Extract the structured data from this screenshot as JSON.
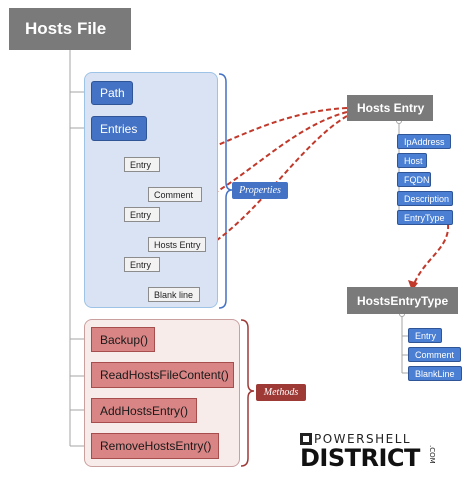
{
  "root": {
    "label": "Hosts File"
  },
  "properties": {
    "tag": "Properties",
    "path": "Path",
    "entries": "Entries",
    "items": [
      {
        "entry": "Entry",
        "child": "Comment"
      },
      {
        "entry": "Entry",
        "child": "Hosts Entry"
      },
      {
        "entry": "Entry",
        "child": "Blank line"
      }
    ]
  },
  "methods": {
    "tag": "Methods",
    "items": [
      "Backup()",
      "ReadHostsFileContent()",
      "AddHostsEntry()",
      "RemoveHostsEntry()"
    ]
  },
  "hosts_entry": {
    "title": "Hosts Entry",
    "fields": [
      "IpAddress",
      "Host",
      "FQDN",
      "Description",
      "EntryType"
    ]
  },
  "hosts_entry_type": {
    "title": "HostsEntryType",
    "values": [
      "Entry",
      "Comment",
      "BlankLine"
    ]
  },
  "logo": {
    "top": "POWERSHELL",
    "main": "DISTRICT",
    "suffix": ".COM"
  },
  "colors": {
    "dark": "#7a7a7a",
    "blue": "#4472c4",
    "red_box": "#d98585",
    "methods_tag": "#9e3a36",
    "arrow": "#c0392b"
  }
}
